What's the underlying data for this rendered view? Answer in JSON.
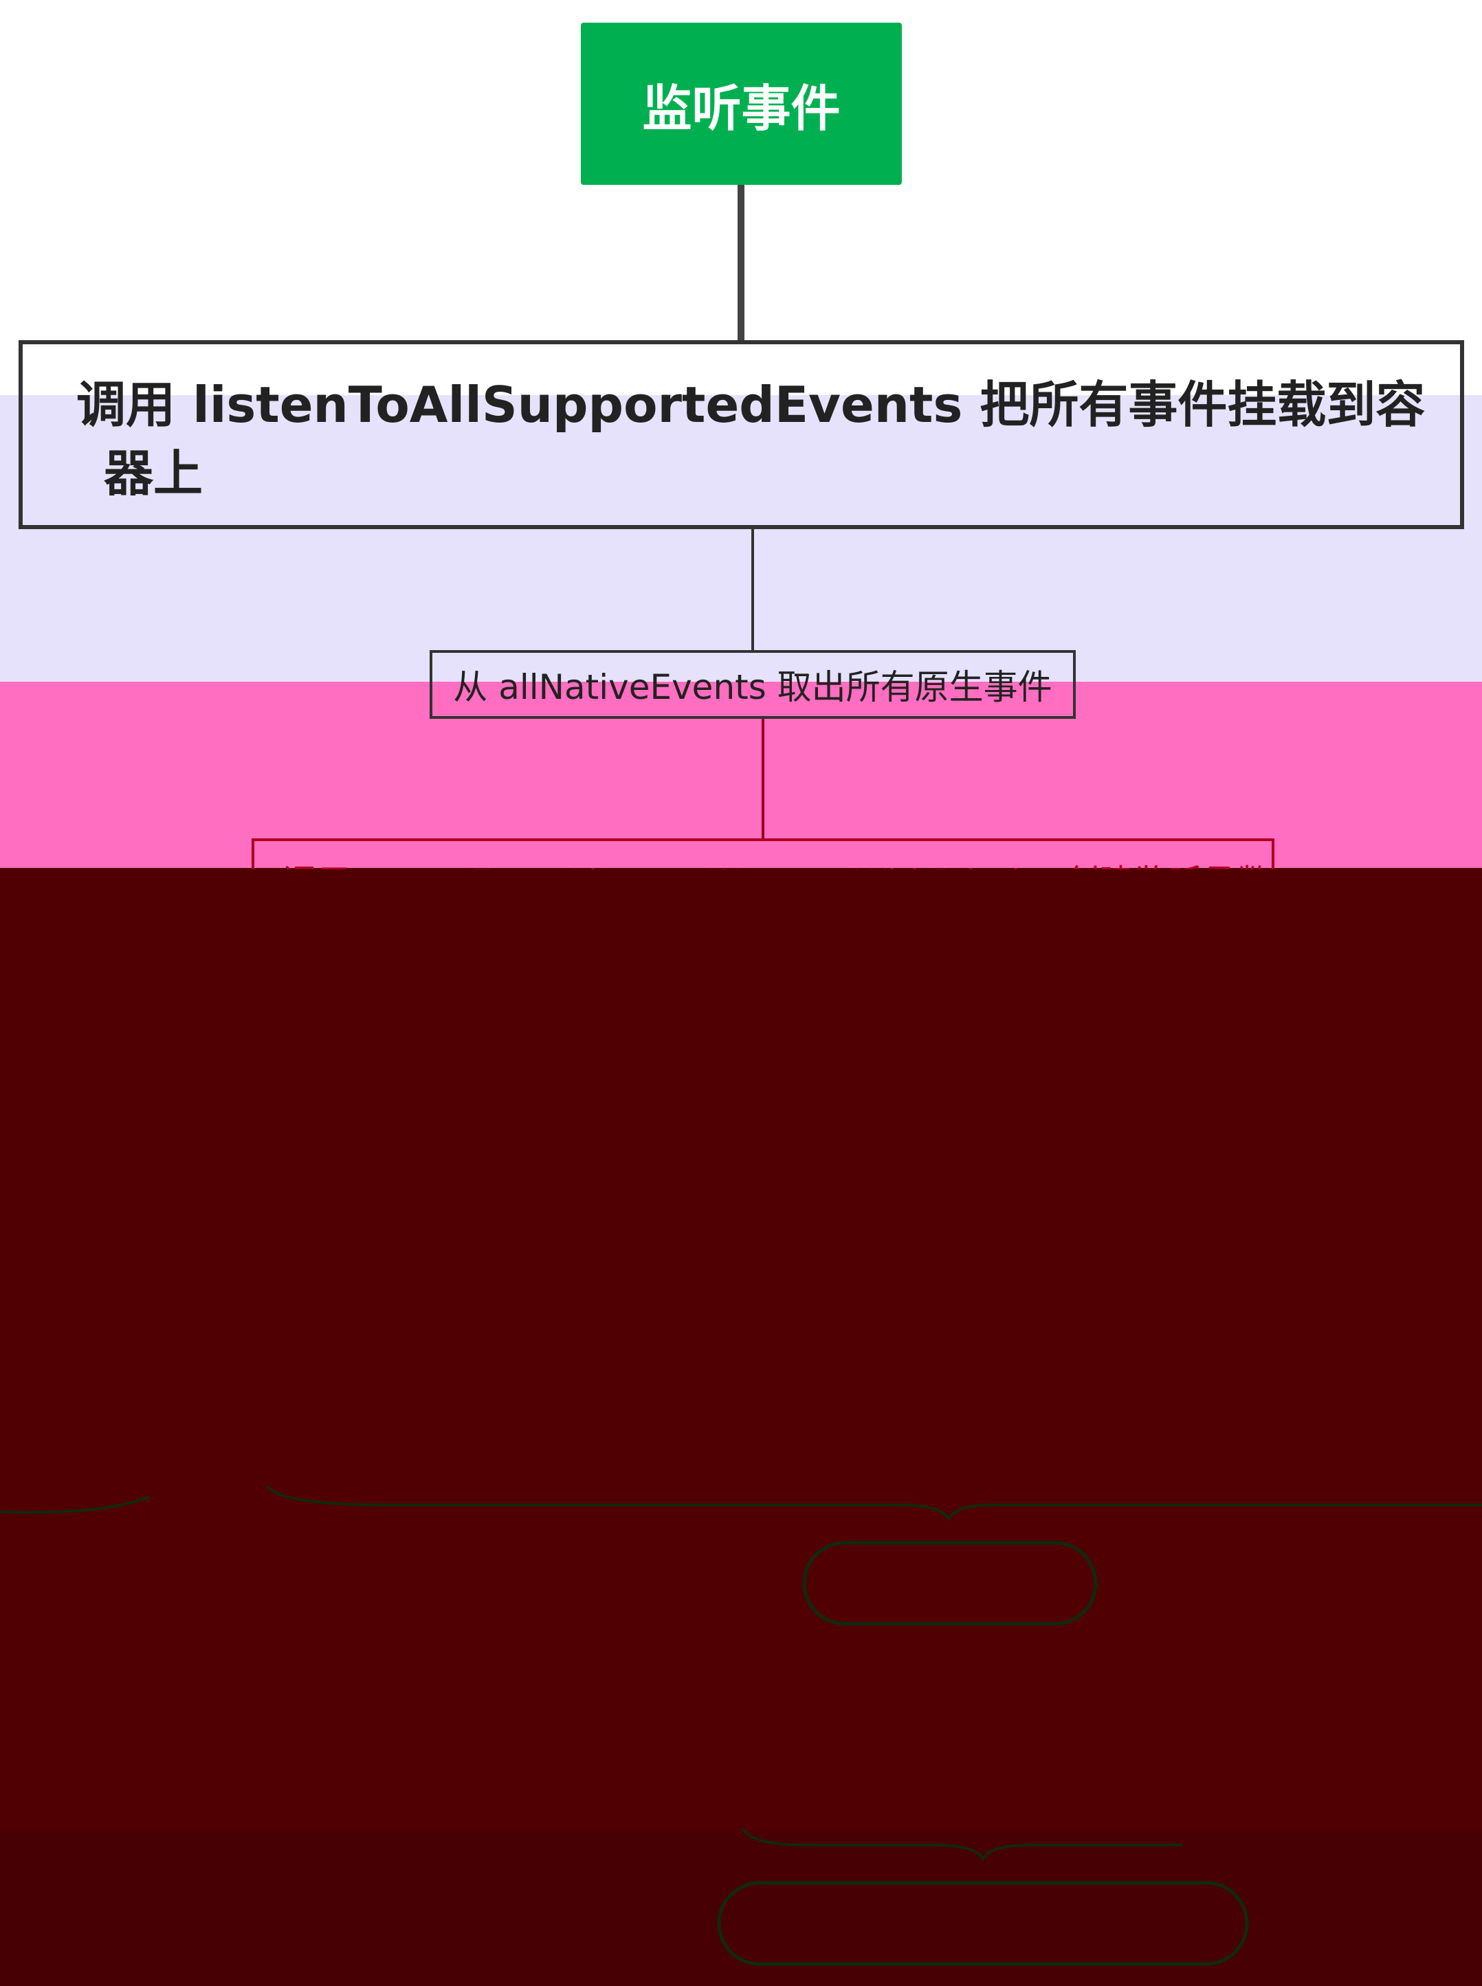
{
  "diagram": {
    "root": {
      "label": "监听事件",
      "color": "#00b050"
    },
    "step1": {
      "line1": "调用 listenToAllSupportedEvents 把所有事件挂载到容",
      "line2": "器上"
    },
    "step2": {
      "label": "从 allNativeEvents 取出所有原生事件"
    },
    "step3": {
      "label": "调用 createEventListenerWrapperWithPriority 创建监听函数"
    },
    "colors": {
      "lavender": "#e7e2fb",
      "pink": "#ff6ec0",
      "dark_red": "#500003",
      "darker_red": "#470003",
      "connector": "#444444",
      "outline": "#0f2a0f"
    }
  }
}
